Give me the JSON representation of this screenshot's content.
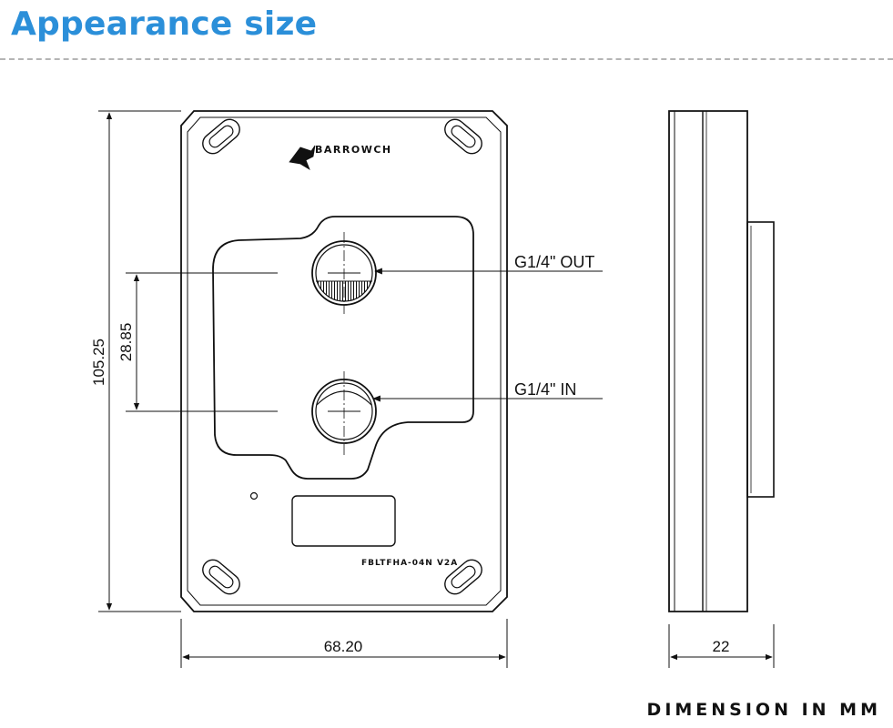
{
  "title": "Appearance size",
  "brand": "BARROWCH",
  "model": "FBLTFHA-04N V2A",
  "labels": {
    "out_port": "G1/4\" OUT",
    "in_port": "G1/4\" IN"
  },
  "dimensions": {
    "height": "105.25",
    "port_spacing": "28.85",
    "width": "68.20",
    "depth": "22"
  },
  "footer": "DIMENSION IN MM",
  "colors": {
    "title": "#2b8fd9",
    "line": "#111111"
  },
  "icons": [
    "barrowch-logo-icon"
  ]
}
